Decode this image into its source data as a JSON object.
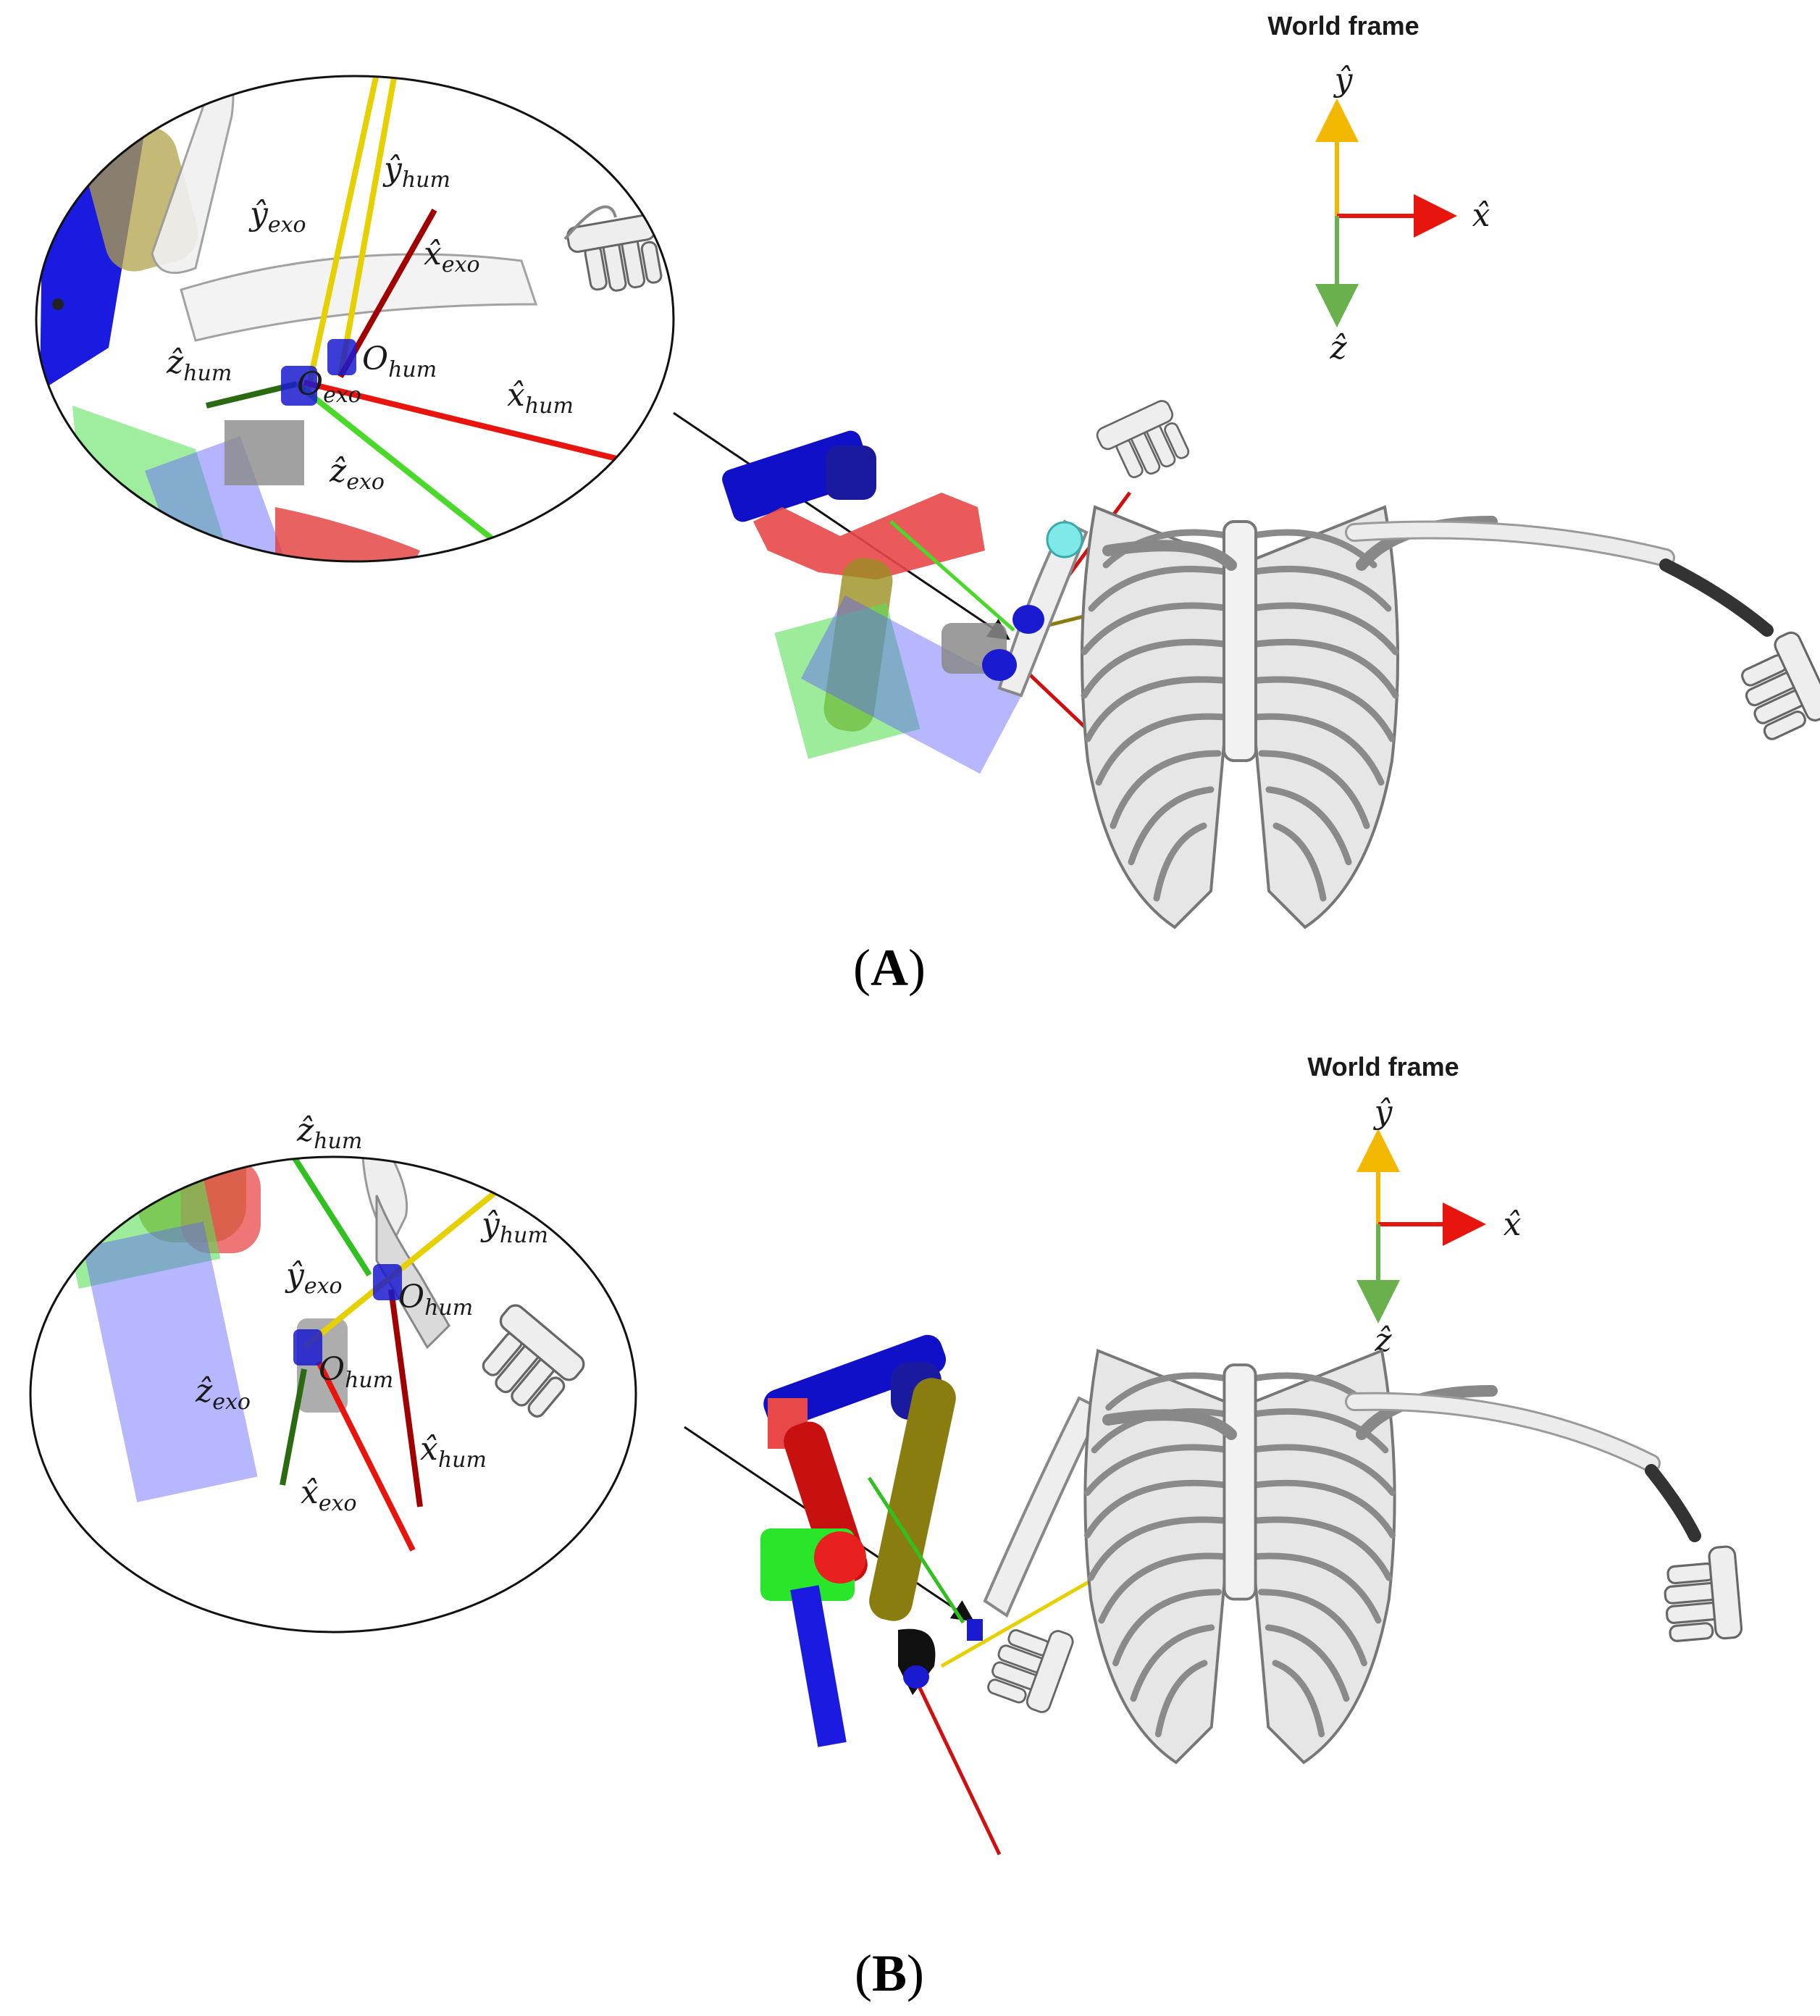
{
  "panels": [
    {
      "id": "A",
      "label_open": "(",
      "label_letter": "A",
      "label_close": ")",
      "world_frame": {
        "title": "World frame",
        "x": "x̂",
        "y": "ŷ",
        "z": "ẑ"
      },
      "inset_labels": {
        "y_exo": {
          "base": "ŷ",
          "sub": "exo"
        },
        "y_hum": {
          "base": "ŷ",
          "sub": "hum"
        },
        "x_exo": {
          "base": "x̂",
          "sub": "exo"
        },
        "z_hum": {
          "base": "ẑ",
          "sub": "hum"
        },
        "o_hum": {
          "base": "O",
          "sub": "hum"
        },
        "o_exo": {
          "base": "O",
          "sub": "exo"
        },
        "x_hum": {
          "base": "x̂",
          "sub": "hum"
        },
        "z_exo": {
          "base": "ẑ",
          "sub": "exo"
        }
      }
    },
    {
      "id": "B",
      "label_open": "(",
      "label_letter": "B",
      "label_close": ")",
      "world_frame": {
        "title": "World frame",
        "x": "x̂",
        "y": "ŷ",
        "z": "ẑ"
      },
      "inset_labels": {
        "z_hum": {
          "base": "ẑ",
          "sub": "hum"
        },
        "y_hum": {
          "base": "ŷ",
          "sub": "hum"
        },
        "y_exo": {
          "base": "ŷ",
          "sub": "exo"
        },
        "o_hum_1": {
          "base": "O",
          "sub": "hum"
        },
        "z_exo": {
          "base": "ẑ",
          "sub": "exo"
        },
        "o_hum_2": {
          "base": "O",
          "sub": "hum"
        },
        "x_hum": {
          "base": "x̂",
          "sub": "hum"
        },
        "x_exo": {
          "base": "x̂",
          "sub": "exo"
        }
      }
    }
  ],
  "colors": {
    "x_axis": "#e8150e",
    "y_axis": "#f2b800",
    "z_axis": "#6ab04c",
    "exo_red": "#e23b3b",
    "exo_blue": "#1010d0",
    "exo_green": "#50e050",
    "exo_olive": "#8a7d10",
    "bone": "#d8d8d8",
    "bone_edge": "#8a8a8a"
  }
}
